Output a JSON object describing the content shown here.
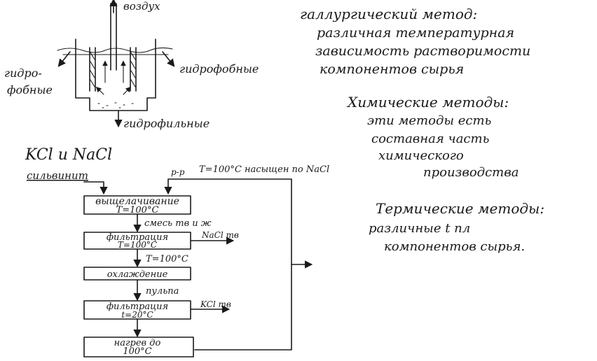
{
  "apparatus": {
    "top_label": "воздух",
    "left_label_line1": "гидро-",
    "left_label_line2": "фобные",
    "right_label": "гидрофобные",
    "bottom_label": "гидрофильные"
  },
  "notes": {
    "halurgic": [
      "галлургический метод:",
      "различная температурная",
      "зависимость растворимости",
      "компонентов сырья"
    ],
    "chemical": [
      "Химические методы:",
      "эти методы есть",
      "составная часть",
      "химического",
      "производства"
    ],
    "thermal": [
      "Термические методы:",
      "различные t пл",
      "компонентов сырья."
    ]
  },
  "flow": {
    "title": "KCl и NaCl",
    "raw_material": "сильвинит",
    "recycle_label": "р-р",
    "recycle_condition": "T=100°C насыщен по NaCl",
    "steps": [
      {
        "line1": "выщелачивание",
        "line2": "T=100°C"
      },
      {
        "line1": "фильтрация",
        "line2": "T=100°C"
      },
      {
        "line1": "охлаждение",
        "line2": ""
      },
      {
        "line1": "фильтрация",
        "line2": "t=20°C"
      },
      {
        "line1": "нагрев до",
        "line2": "100°C"
      }
    ],
    "arrow_labels": [
      "смесь тв и ж",
      "T=100°C",
      "пульпа"
    ],
    "outputs": [
      "NaCl тв",
      "KCl тв"
    ]
  }
}
